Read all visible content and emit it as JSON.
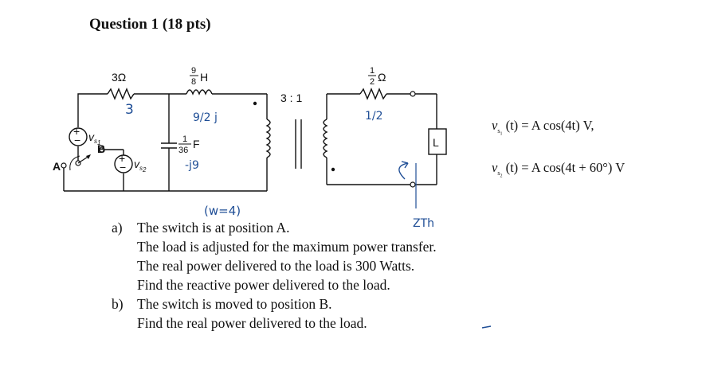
{
  "question": {
    "title": "Question 1 (18 pts)"
  },
  "circuit": {
    "r1": "3Ω",
    "inductor": {
      "num": "9",
      "den": "8",
      "unit": "H"
    },
    "capacitor": {
      "num": "1",
      "den": "36",
      "unit": "F"
    },
    "transformer_ratio": "3 : 1",
    "r2": {
      "num": "1",
      "den": "2",
      "unit": "Ω"
    },
    "load": "L",
    "node_a": "A",
    "node_b": "B",
    "source1": {
      "v": "v",
      "sub": "s",
      "subsub": "1"
    },
    "source2": {
      "v": "v",
      "sub": "s",
      "subsub": "2"
    }
  },
  "equations": {
    "eq1": {
      "lhs": "v",
      "sub": "s",
      "subsub": "1",
      "rhs": "(t)  = A cos(4t) V,"
    },
    "eq2": {
      "lhs": "v",
      "sub": "s",
      "subsub": "2",
      "rhs": "(t)  = A cos(4t + 60°) V"
    }
  },
  "parts": [
    {
      "label": "a)",
      "lines": [
        "The switch is at position A.",
        "The load is adjusted for the maximum power transfer.",
        "The real power delivered to the load is 300 Watts.",
        "Find the reactive power delivered to the load."
      ]
    },
    {
      "label": "b)",
      "lines": [
        "The switch is moved to position B.",
        "Find the real power delivered to the load."
      ]
    }
  ],
  "handwriting": {
    "r1_note": "3",
    "l_note": "9/2 j",
    "c_note": "-j9",
    "omega_note": "(w=4)",
    "r2_note": "1/2",
    "zth_note": "ZTh",
    "ink_color": "#1f4e96"
  }
}
